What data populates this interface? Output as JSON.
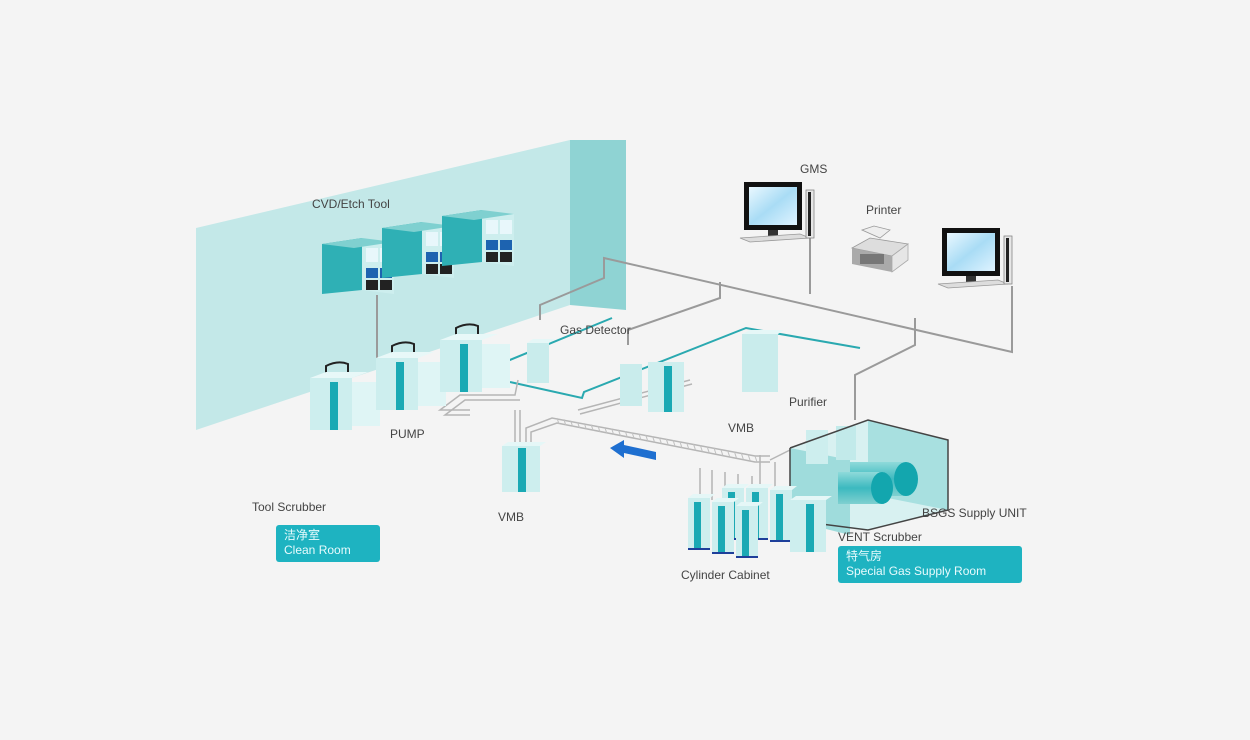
{
  "diagram": {
    "title": "Special Gas Supply System Layout",
    "colors": {
      "background": "#f4f4f4",
      "wall": "#bfe6e6",
      "wall_dark": "#8fd3d3",
      "equipment_light": "#c9ecec",
      "equipment_accent": "#1aa9b4",
      "pipe_teal": "#2aa9b0",
      "pipe_gray": "#9a9a9a",
      "badge": "#1eb3c1",
      "arrow": "#1e6fd0"
    },
    "labels": {
      "cvd_etch_tool": "CVD/Etch Tool",
      "pump": "PUMP",
      "gas_detector": "Gas Detector",
      "tool_scrubber": "Tool Scrubber",
      "vmb_left": "VMB",
      "vmb_right": "VMB",
      "purifier": "Purifier",
      "gms": "GMS",
      "printer": "Printer",
      "bsgs_supply_unit": "BSGS Supply UNIT",
      "vent_scrubber": "VENT Scrubber",
      "cylinder_cabinet": "Cylinder Cabinet"
    },
    "zones": {
      "clean_room": {
        "zh": "洁净室",
        "en": "Clean Room"
      },
      "special_gas_room": {
        "zh": "特气房",
        "en": "Special Gas Supply Room"
      }
    },
    "flow_direction_icon": "arrow-left-icon"
  }
}
